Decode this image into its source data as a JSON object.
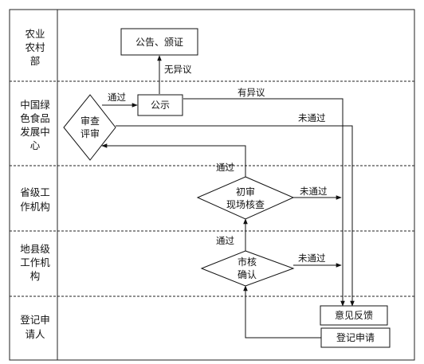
{
  "lanes": [
    {
      "id": "ministry",
      "label_lines": [
        "农业",
        "农村",
        "部"
      ]
    },
    {
      "id": "center",
      "label_lines": [
        "中国绿",
        "色食品",
        "发展中",
        "心"
      ]
    },
    {
      "id": "province",
      "label_lines": [
        "省级工",
        "作机构"
      ]
    },
    {
      "id": "county",
      "label_lines": [
        "地县级",
        "工作机",
        "构"
      ]
    },
    {
      "id": "applicant",
      "label_lines": [
        "登记申",
        "请人"
      ]
    }
  ],
  "nodes": {
    "announce": {
      "lines": [
        "公告、颁证"
      ]
    },
    "publicize": {
      "lines": [
        "公示"
      ]
    },
    "review": {
      "lines": [
        "审查",
        "评审"
      ]
    },
    "initial_check": {
      "lines": [
        "初审",
        "现场核查"
      ]
    },
    "city_confirm": {
      "lines": [
        "市核",
        "确认"
      ]
    },
    "feedback": {
      "lines": [
        "意见反馈"
      ]
    },
    "register": {
      "lines": [
        "登记申请"
      ]
    }
  },
  "edge_labels": {
    "no_objection": "无异议",
    "review_pass": "通过",
    "has_objection": "有异议",
    "review_fail": "未通过",
    "initial_pass": "通过",
    "initial_fail": "未通过",
    "city_pass": "通过",
    "city_fail": "未通过"
  }
}
